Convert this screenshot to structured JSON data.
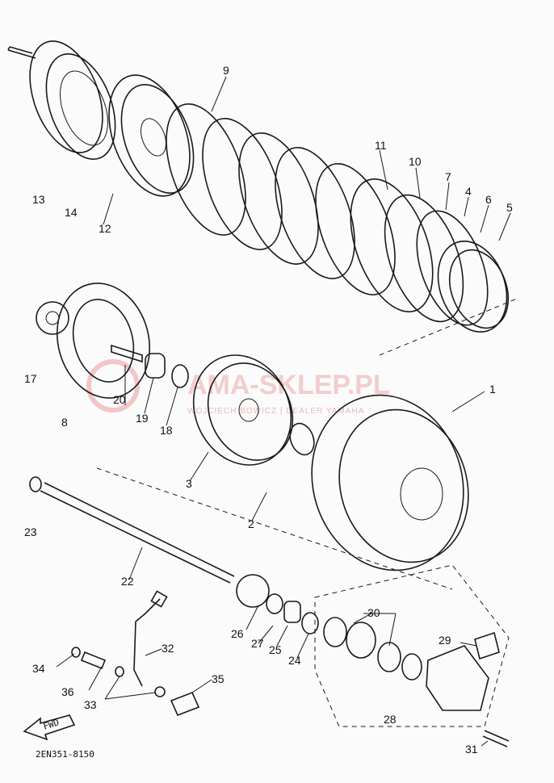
{
  "diagram": {
    "watermark": {
      "title": "AMA-SKLEP.PL",
      "subtitle": "WOJCIECH  BOWICZ | DEALER  YAMAHA"
    },
    "drawing_code": "2EN351-8150",
    "fwd_label": "FWD",
    "part_numbers": {
      "p1": "1",
      "p2": "2",
      "p3": "3",
      "p4": "4",
      "p5": "5",
      "p6": "6",
      "p7": "7",
      "p8": "8",
      "p9": "9",
      "p10": "10",
      "p11": "11",
      "p12": "12",
      "p13": "13",
      "p14": "14",
      "p17": "17",
      "p18": "18",
      "p19": "19",
      "p20": "20",
      "p22": "22",
      "p23": "23",
      "p24": "24",
      "p25": "25",
      "p26": "26",
      "p27": "27",
      "p28": "28",
      "p29": "29",
      "p30": "30",
      "p31": "31",
      "p32": "32",
      "p33": "33",
      "p34": "34",
      "p35": "35",
      "p36": "36"
    }
  }
}
